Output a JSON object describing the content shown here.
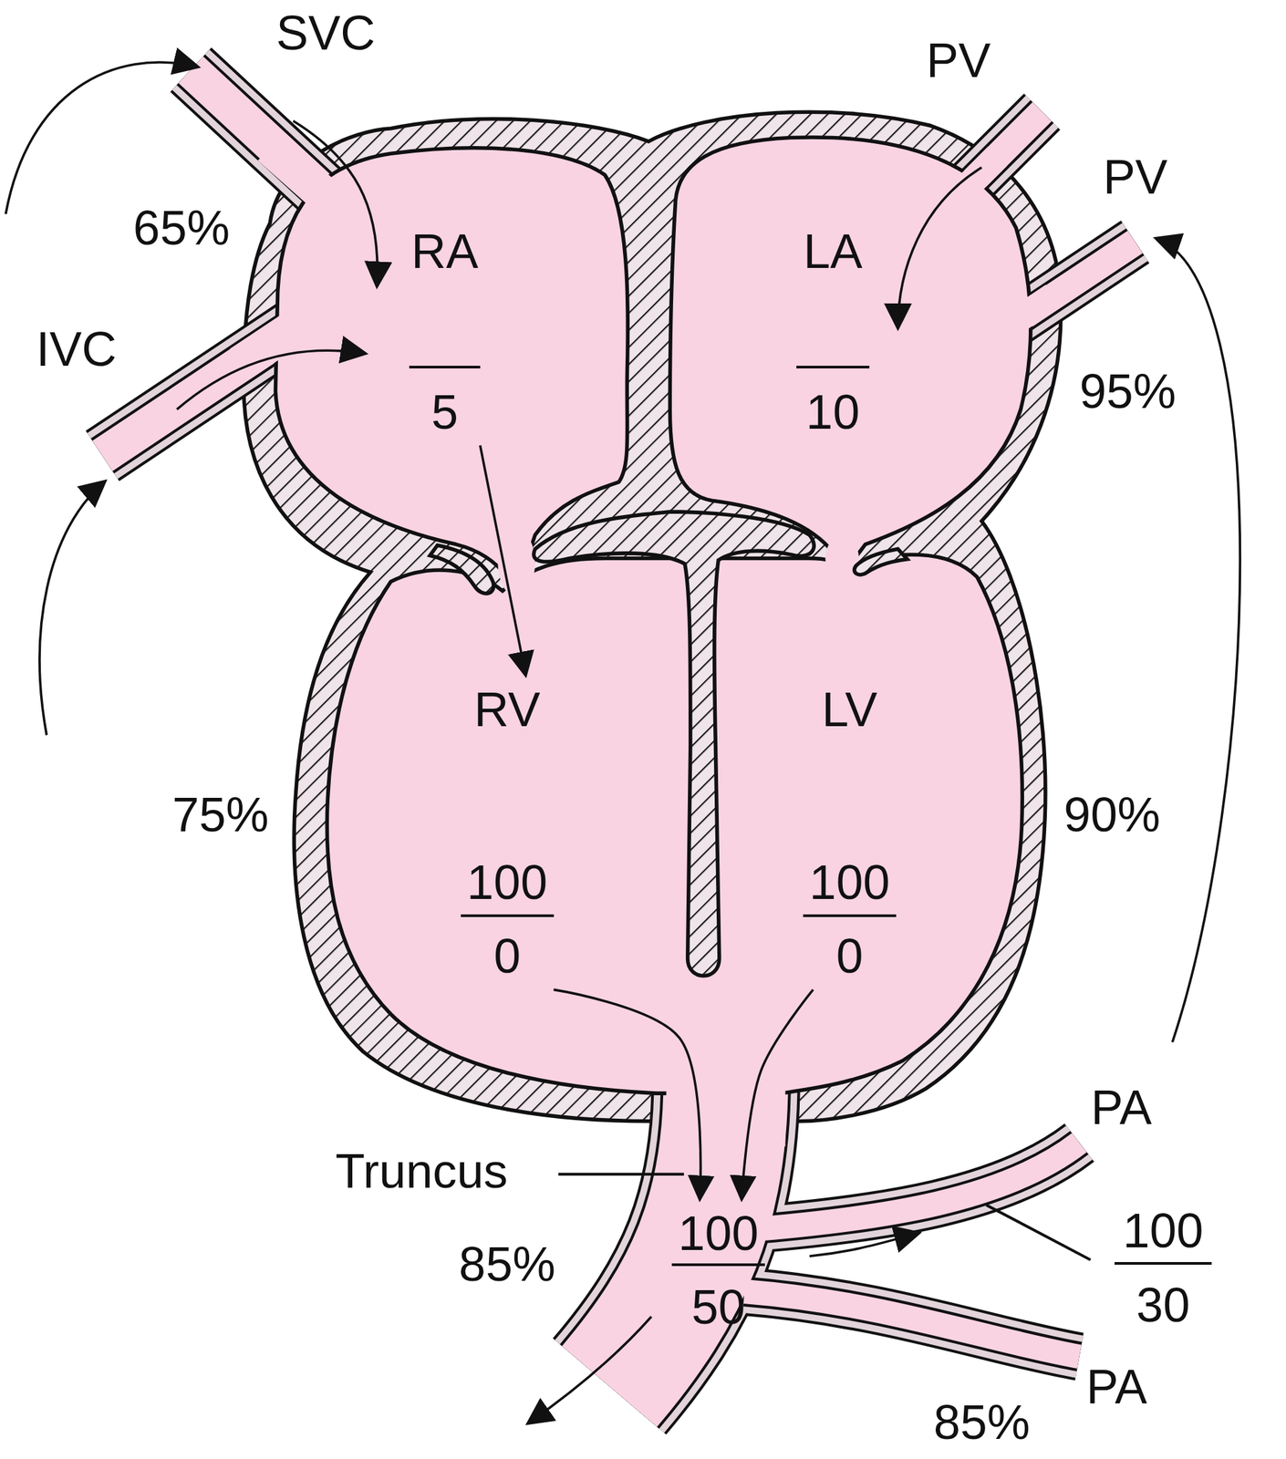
{
  "diagram": {
    "nodes": [
      {
        "text": [
          "RA",
          "5"
        ]
      },
      {
        "text": [
          "LA",
          "10"
        ]
      },
      {
        "text": [
          "RV",
          "100",
          "0"
        ]
      },
      {
        "text": [
          "LV",
          "100",
          "0"
        ]
      },
      {
        "text": [
          "100",
          "50"
        ]
      }
    ],
    "edges": [
      {
        "from": 0,
        "to": 2,
        "arrow": "to"
      },
      {
        "from": 2,
        "to": 4,
        "arrow": "to"
      },
      {
        "from": 3,
        "to": 4,
        "arrow": "to"
      }
    ],
    "labels": [
      "SVC",
      "PV",
      "PV",
      "65%",
      "IVC",
      "95%",
      "75%",
      "90%",
      "Truncus",
      "PA",
      "100",
      "85%",
      "30",
      "PA",
      "85%"
    ]
  }
}
